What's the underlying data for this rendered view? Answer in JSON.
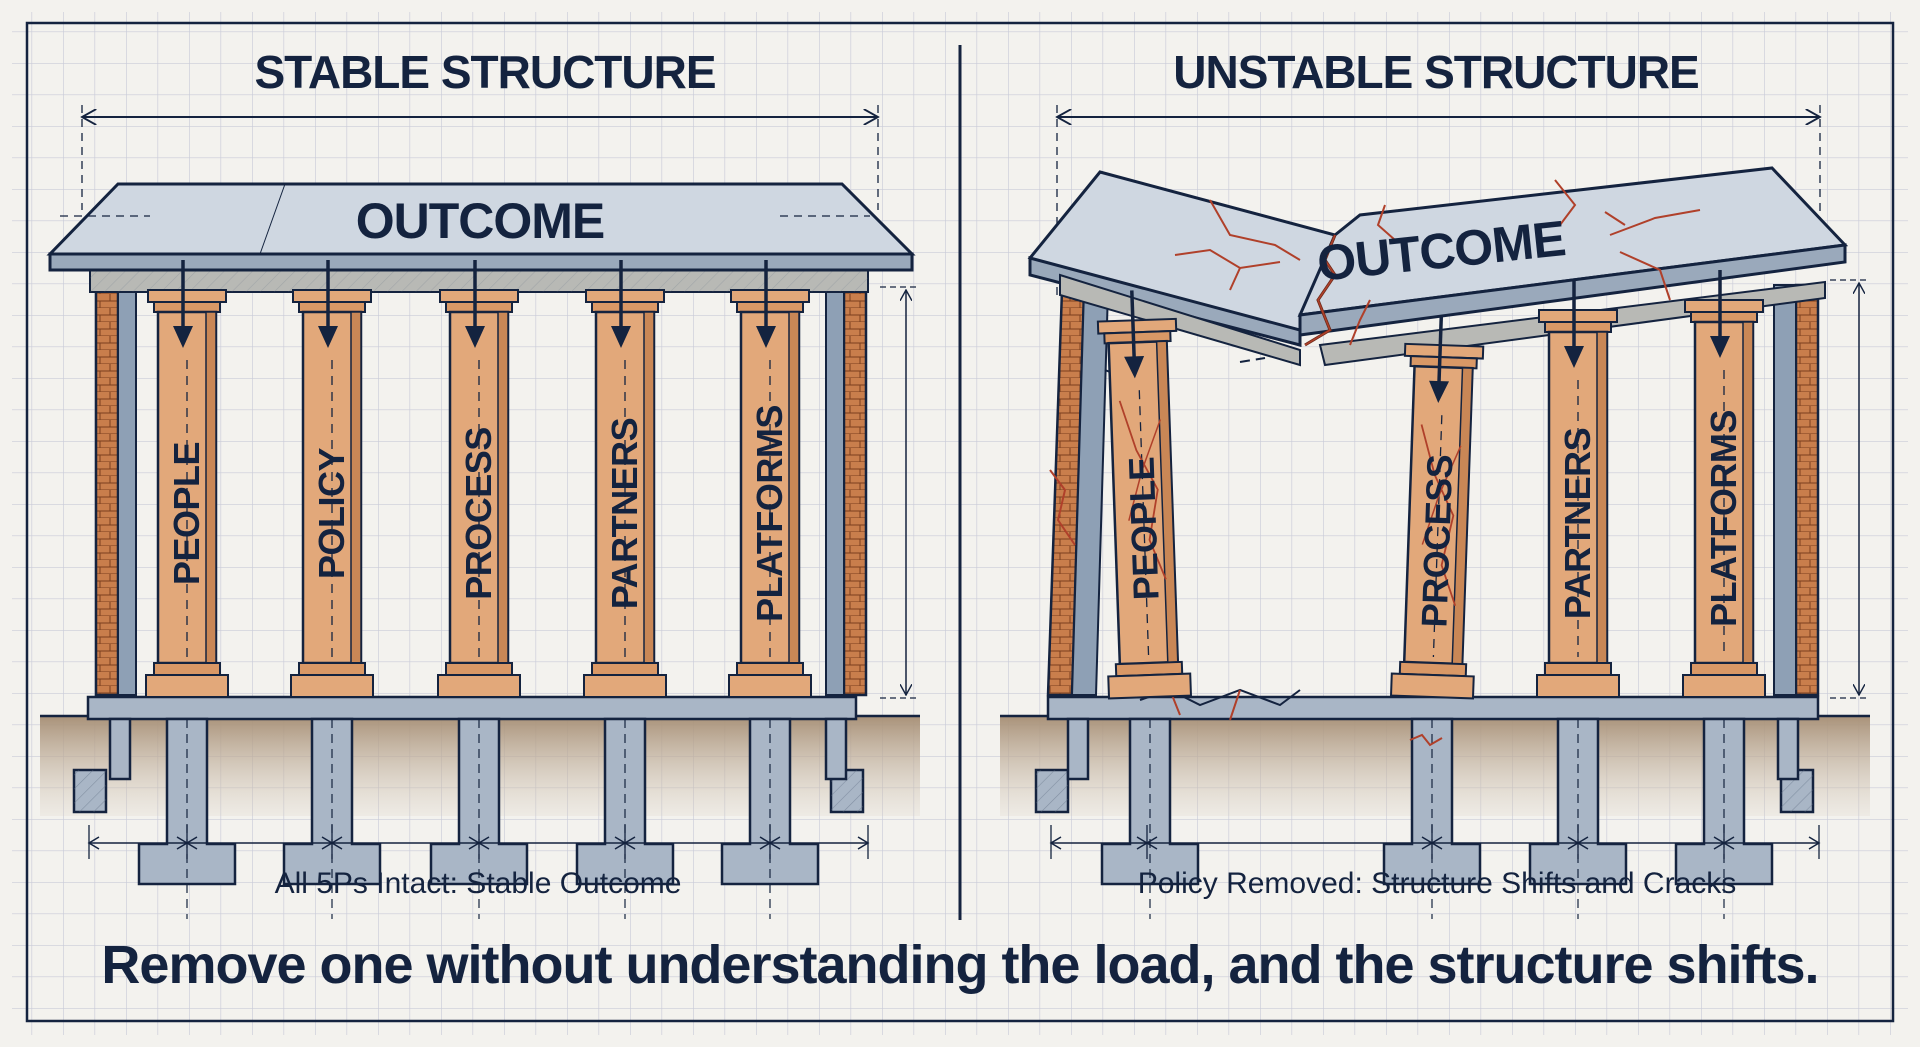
{
  "colors": {
    "ink": "#14233f",
    "paper": "#f3f2ee",
    "grid": "#c9cbd8",
    "concrete": "#a9b6c6",
    "concrete_light": "#cfd7e1",
    "pillar": "#e2a87a",
    "pillar_dark": "#c98756",
    "brick": "#c97e4c",
    "soil": "#b9a48f",
    "crack": "#b0402a"
  },
  "left_panel": {
    "title": "STABLE STRUCTURE",
    "slab_label": "OUTCOME",
    "pillars": [
      "PEOPLE",
      "POLICY",
      "PROCESS",
      "PARTNERS",
      "PLATFORMS"
    ],
    "caption": "All 5Ps Intact: Stable Outcome",
    "state": "stable"
  },
  "right_panel": {
    "title": "UNSTABLE STRUCTURE",
    "slab_label": "OUTCOME",
    "pillars": [
      "PEOPLE",
      "PROCESS",
      "PARTNERS",
      "PLATFORMS"
    ],
    "removed_pillar": "POLICY",
    "caption": "Policy Removed: Structure Shifts and Cracks",
    "state": "cracked"
  },
  "tagline": "Remove one without understanding the load, and the structure shifts."
}
